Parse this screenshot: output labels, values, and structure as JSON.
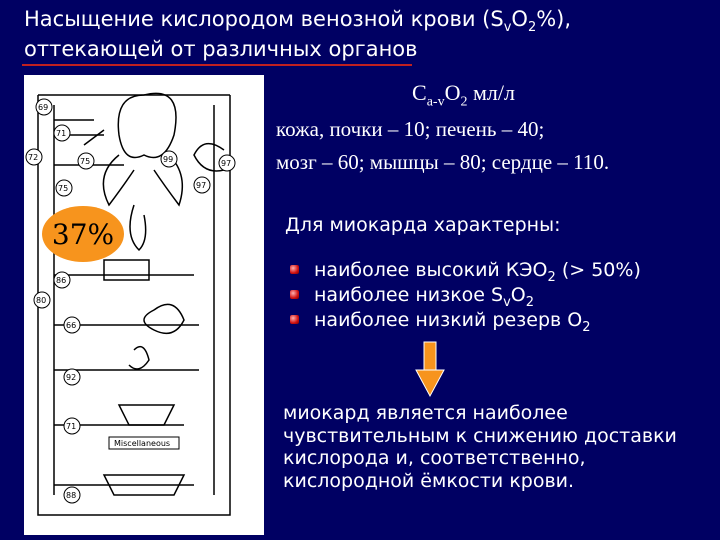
{
  "title": {
    "line1": "Насыщение кислородом венозной крови (S",
    "line1_sub": "v",
    "line1_rest": "O",
    "line1_sub2": "2",
    "line1_end": "%),",
    "line2": "оттекающей от различных органов"
  },
  "diagram": {
    "badge": "37%",
    "values": [
      "69",
      "71",
      "72",
      "75",
      "99",
      "97",
      "75",
      "97",
      "86",
      "80",
      "66",
      "92",
      "71",
      "88"
    ],
    "labels": [
      "Miscellaneous"
    ]
  },
  "formula": {
    "c": "C",
    "sub": "a-v",
    "o": "O",
    "sub2": "2",
    "unit": " мл/л"
  },
  "organs_line1": "кожа, почки – 10;   печень – 40;",
  "organs_line2": "мозг – 60; мышцы – 80; сердце – 110.",
  "myocardium_heading": "Для миокарда характерны:",
  "bullets": [
    {
      "text": "наиболее высокий КЭО",
      "sub": "2",
      "after": " (> 50%)"
    },
    {
      "text": "наиболее низкое S",
      "sub": "v",
      "after": "O",
      "sub2": "2"
    },
    {
      "text": "наиболее низкий резерв О",
      "sub": "2",
      "after": ""
    }
  ],
  "conclusion": "миокард является наиболее чувствительным к снижению доставки кислорода и, соответственно, кислородной ёмкости крови.",
  "colors": {
    "background": "#000063",
    "accent": "#f7941d",
    "bullet": "#d01010"
  }
}
